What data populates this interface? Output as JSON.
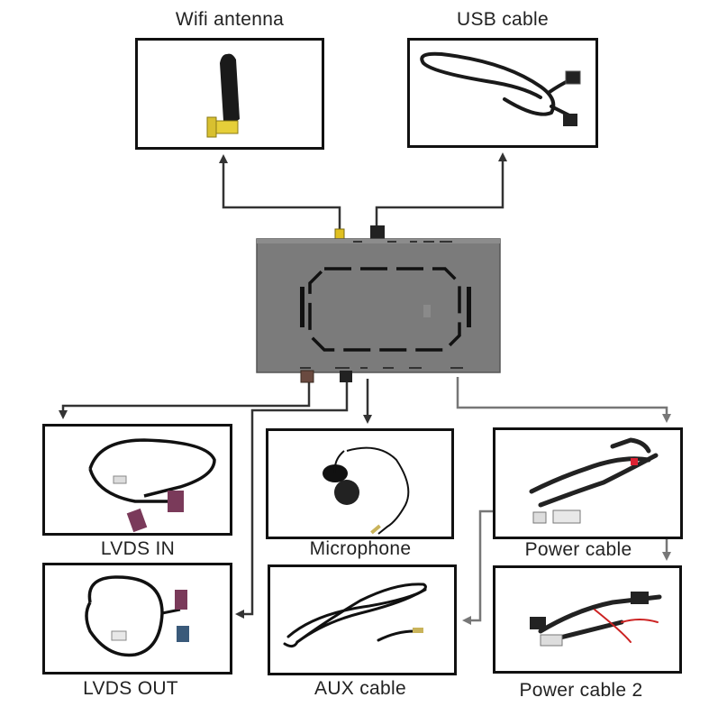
{
  "labels": {
    "wifi": "Wifi antenna",
    "usb": "USB cable",
    "lvds_in": "LVDS IN",
    "microphone": "Microphone",
    "power": "Power cable",
    "lvds_out": "LVDS OUT",
    "aux": "AUX cable",
    "power2": "Power cable 2"
  },
  "colors": {
    "connector_line": "#333333",
    "gray_line": "#777777",
    "module_body": "#7b7b7b",
    "frame": "#111111"
  }
}
